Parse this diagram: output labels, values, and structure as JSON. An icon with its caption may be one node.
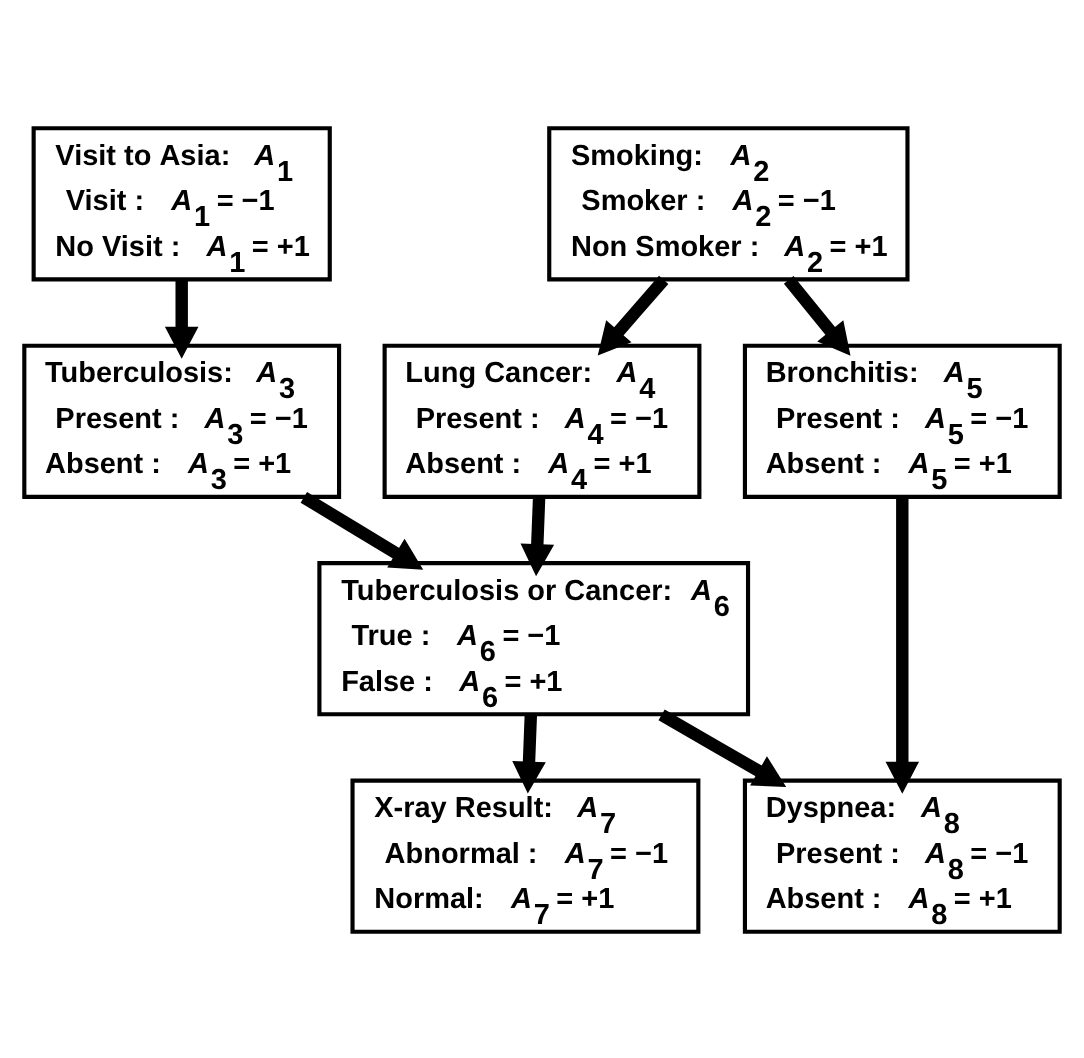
{
  "diagram": {
    "nodes": [
      {
        "text": [
          "Visit to Asia: *A*$_{1}$",
          "Visit : *A*$_{1}$ = −1",
          "No Visit : *A*$_{1}$ = +1"
        ]
      },
      {
        "text": [
          "Smoking: *A*$_{2}$",
          "Smoker : *A*$_{2}$ = −1",
          "Non Smoker : *A*$_{2}$ = +1"
        ]
      },
      {
        "text": [
          "Tuberculosis: *A*$_{3}$",
          "Present : *A*$_{3}$ = −1",
          "Absent : *A*$_{3}$ = +1"
        ]
      },
      {
        "text": [
          "Lung Cancer: *A*$_{4}$",
          "Present : *A*$_{4}$ = −1",
          "Absent : *A*$_{4}$ = +1"
        ]
      },
      {
        "text": [
          "Bronchitis: *A*$_{5}$",
          "Present : *A*$_{5}$ = −1",
          "Absent : *A*$_{5}$ = +1"
        ]
      },
      {
        "text": [
          "Tuberculosis or Cancer: *A*$_{6}$",
          "True : *A*$_{6}$ = −1",
          "False : *A*$_{6}$ = +1"
        ]
      },
      {
        "text": [
          "X-ray Result: *A*$_{7}$",
          "Abnormal : *A*$_{7}$ = −1",
          "Normal: *A*$_{7}$ = +1"
        ]
      },
      {
        "text": [
          "Dyspnea: *A*$_{8}$",
          "Present : *A*$_{8}$ = −1",
          "Absent : *A*$_{8}$ = +1"
        ]
      }
    ],
    "edges": [
      {
        "from": 0,
        "to": 2,
        "arrow": "to"
      },
      {
        "from": 1,
        "to": 3,
        "arrow": "to"
      },
      {
        "from": 1,
        "to": 4,
        "arrow": "to"
      },
      {
        "from": 2,
        "to": 5,
        "arrow": "to"
      },
      {
        "from": 3,
        "to": 5,
        "arrow": "to"
      },
      {
        "from": 5,
        "to": 6,
        "arrow": "to"
      },
      {
        "from": 5,
        "to": 7,
        "arrow": "to"
      },
      {
        "from": 4,
        "to": 7,
        "arrow": "to"
      }
    ]
  }
}
